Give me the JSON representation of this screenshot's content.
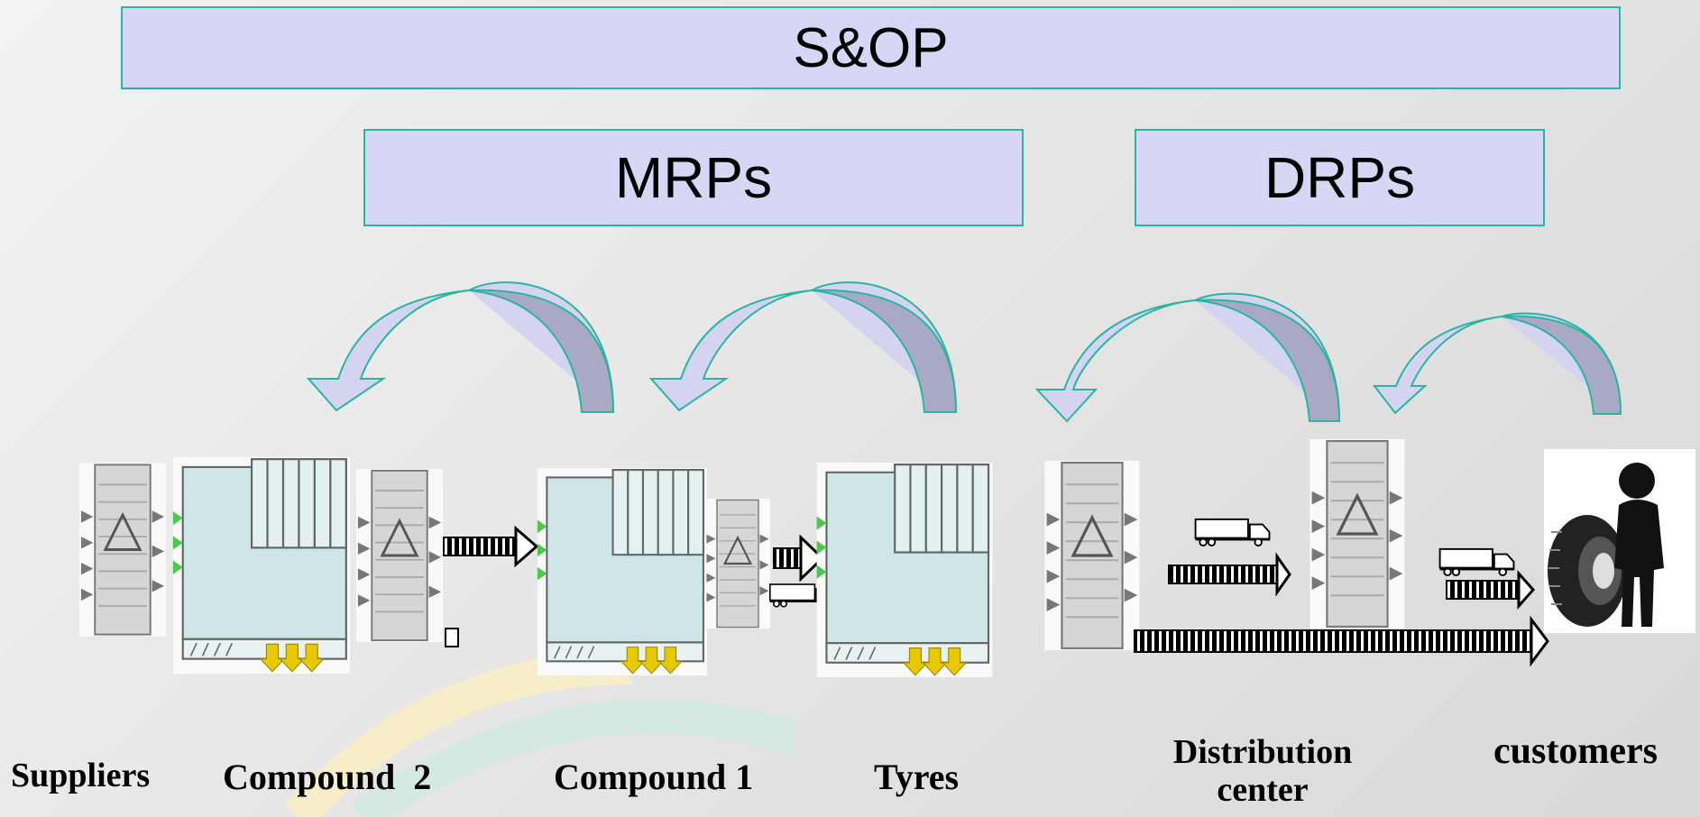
{
  "banners": {
    "sop": "S&OP",
    "mrps": "MRPs",
    "drps": "DRPs"
  },
  "labels": {
    "suppliers": "Suppliers",
    "compound2": "Compound  2",
    "compound1": "Compound 1",
    "tyres": "Tyres",
    "distribution_line1": "Distribution",
    "distribution_line2": "center",
    "customers": "customers"
  },
  "colors": {
    "banner_fill": "#d6d6f5",
    "banner_border": "#2ab5a0",
    "arrow_light": "#d4d4f0",
    "arrow_dark": "#a9a9c4",
    "factory_fill": "#cfe6e8",
    "warehouse_fill": "#d3d3d3",
    "flow_yellow": "#e8c900"
  },
  "icons": [
    "warehouse-icon",
    "factory-icon",
    "truck-icon",
    "flow-arrow-icon",
    "tyre-customer-icon",
    "feedback-arrow-icon"
  ]
}
